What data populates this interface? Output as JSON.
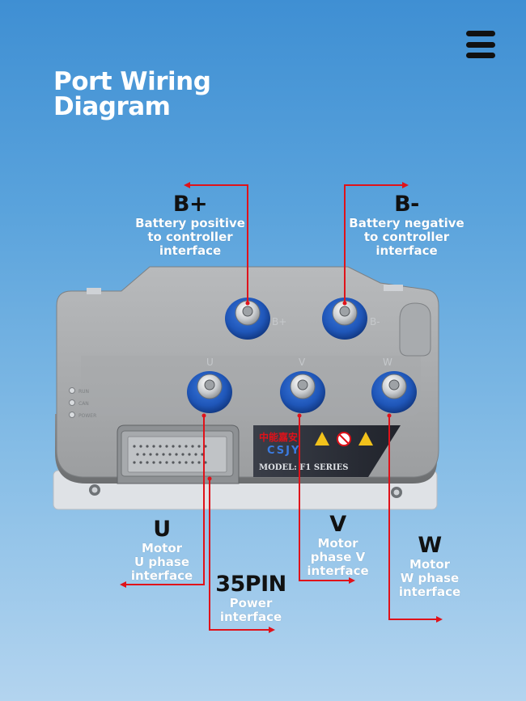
{
  "header": {
    "title_line1": "Port Wiring",
    "title_line2": "Diagram"
  },
  "icons": {
    "menu": "hamburger-menu-icon"
  },
  "device": {
    "brand_cn": "中能嘉安",
    "brand_en": "CSJY",
    "model": "MODEL: F1 SERIES",
    "terminal_labels": {
      "b_plus": "B+",
      "b_minus": "B-",
      "u": "U",
      "v": "V",
      "w": "W"
    },
    "led_labels": [
      "RUN",
      "CAN",
      "POWER"
    ]
  },
  "labels": {
    "b_plus": {
      "title": "B+",
      "desc": "Battery positive\nto controller\ninterface"
    },
    "b_minus": {
      "title": "B-",
      "desc": "Battery negative\nto controller\ninterface"
    },
    "u": {
      "title": "U",
      "desc": "Motor\nU phase\ninterface"
    },
    "v": {
      "title": "V",
      "desc": "Motor\nphase V\ninterface"
    },
    "w": {
      "title": "W",
      "desc": "Motor\nW phase\ninterface"
    },
    "pin35": {
      "title": "35PIN",
      "desc": "Power\ninterface"
    }
  },
  "colors": {
    "leader_line": "#e0121a",
    "housing": "#9a9c9e",
    "terminal_ring": "#1f56b8",
    "label_title": "#111111",
    "label_desc": "#ffffff"
  }
}
